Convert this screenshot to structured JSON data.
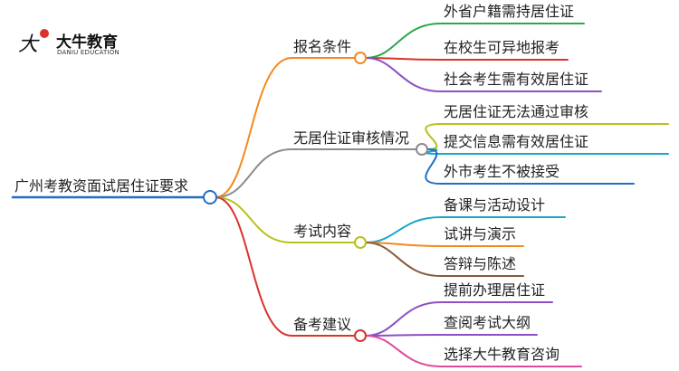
{
  "logo": {
    "title": "大牛教育",
    "subtitle": "DANIU EDUCATION",
    "mark_text": "大牛",
    "accent": "#d9332b"
  },
  "root": {
    "label": "广州考教资面试居住证要求",
    "color": "#1f6fc5"
  },
  "branches": [
    {
      "label": "报名条件",
      "color": "#f28a1e",
      "leaves": [
        {
          "label": "外省户籍需持居住证",
          "color": "#2aa84a"
        },
        {
          "label": "在校生可异地报考",
          "color": "#d9332b"
        },
        {
          "label": "社会考生需有效居住证",
          "color": "#8e4fc6"
        }
      ]
    },
    {
      "label": "无居住证审核情况",
      "color": "#8c8c8c",
      "leaves": [
        {
          "label": "无居住证无法通过审核",
          "color": "#b7c21a"
        },
        {
          "label": "提交信息需有效居住证",
          "color": "#1aa7c9"
        },
        {
          "label": "外市考生不被接受",
          "color": "#1f6fc5"
        }
      ]
    },
    {
      "label": "考试内容",
      "color": "#b7c21a",
      "leaves": [
        {
          "label": "备课与活动设计",
          "color": "#1aa7c9"
        },
        {
          "label": "试讲与演示",
          "color": "#f28a1e"
        },
        {
          "label": "答辩与陈述",
          "color": "#8a5a3c"
        }
      ]
    },
    {
      "label": "备考建议",
      "color": "#d9332b",
      "leaves": [
        {
          "label": "提前办理居住证",
          "color": "#8e4fc6"
        },
        {
          "label": "查阅考试大纲",
          "color": "#8e4fc6"
        },
        {
          "label": "选择大牛教育咨询",
          "color": "#e04a9a"
        }
      ]
    }
  ]
}
